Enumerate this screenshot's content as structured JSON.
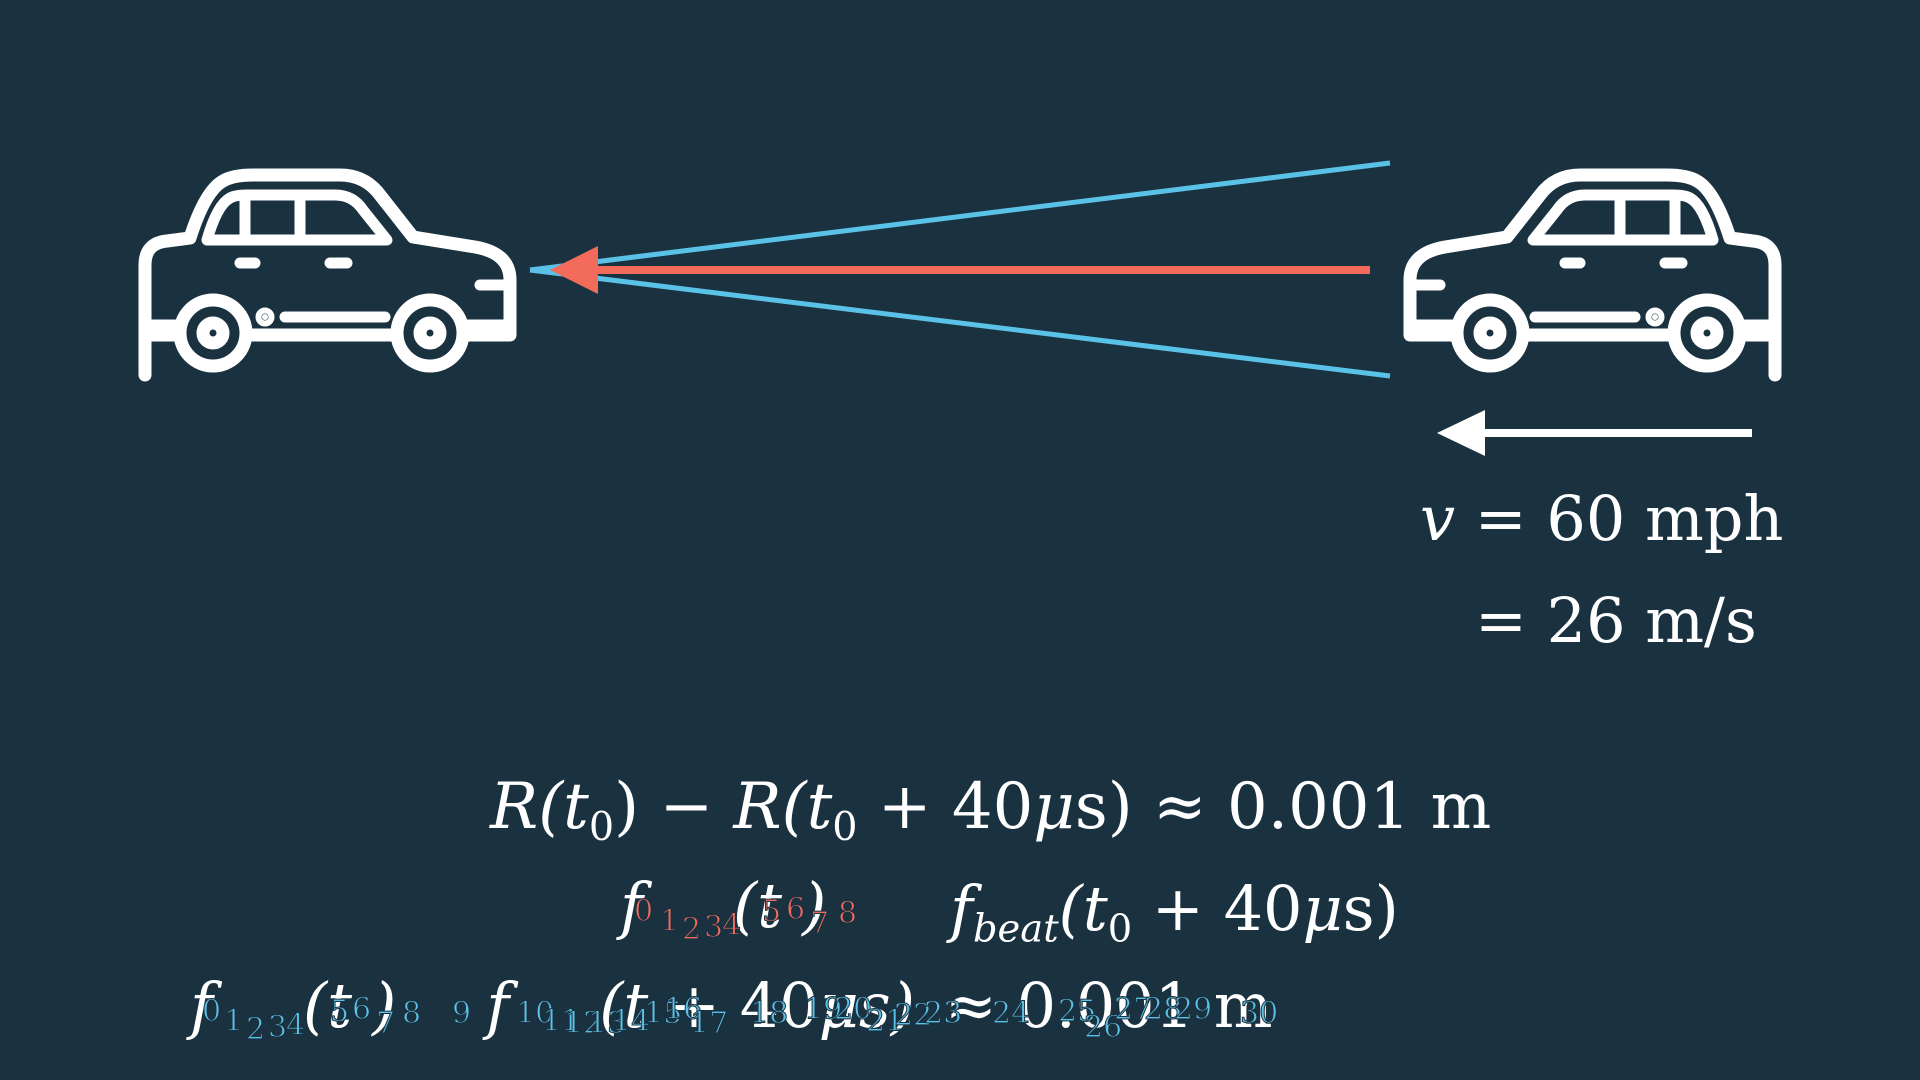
{
  "colors": {
    "background": "#1a3140",
    "car": "#ffffff",
    "radar_beam": "#5bc2e7",
    "signal_arrow": "#f26b5b",
    "motion_arrow": "#ffffff"
  },
  "icons": {
    "left_car": "car-icon",
    "right_car": "car-icon"
  },
  "speed": {
    "line1_var": "v",
    "line1_rest": " = 60 mph",
    "line2": "= 26 m/s"
  },
  "equations": {
    "range_lhs_a": "R",
    "range_lhs_b": "(t",
    "range_lhs_sub": "0",
    "range_lhs_c": ") − ",
    "range_lhs_d": "R",
    "range_lhs_e": "(t",
    "range_lhs_sub2": "0",
    "range_lhs_f": " + 40",
    "range_lhs_mu": "μ",
    "range_rhs": "s) ≈ 0.001 m",
    "beat_f": "f",
    "beat_sub": "beat",
    "beat_b": "(t",
    "beat_sub0": "0",
    "beat_c": " + 40",
    "beat_mu": "μ",
    "beat_d": "s)"
  },
  "glyph_rows": {
    "red_base": "f",
    "red_base2": "(t",
    "red_base3": ")",
    "red_indices": [
      "0",
      "1",
      "2",
      "3",
      "4",
      "5",
      "6",
      "7",
      "8"
    ],
    "blue_base": "f",
    "blue_base2": "(t",
    "blue_base3": ")",
    "blue_mid": "f",
    "blue_mid2": "(t",
    "blue_mid3": " + 40",
    "blue_mid4": "μs)",
    "blue_tail": "≈ 0.001 m",
    "blue_indices": [
      "0",
      "1",
      "2",
      "3",
      "4",
      "5",
      "6",
      "7",
      "8",
      "9",
      "10",
      "11",
      "12",
      "13",
      "14",
      "15",
      "16",
      "17",
      "18",
      "19",
      "20",
      "21",
      "22",
      "23",
      "24",
      "25",
      "26",
      "27",
      "28",
      "29",
      "30"
    ]
  }
}
